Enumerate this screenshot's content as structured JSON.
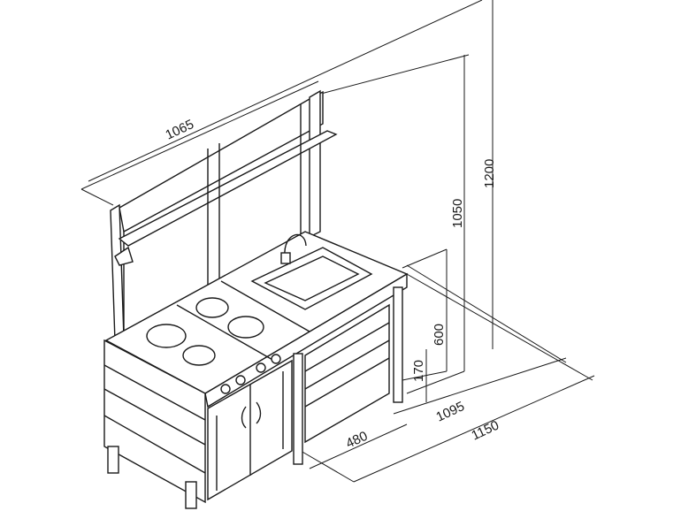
{
  "title": "Outdoor play kitchen dimension drawing",
  "dimensions": {
    "width_top": "1065",
    "height_total": "1200",
    "height_shelf": "1050",
    "height_counter": "600",
    "height_bottom_shelf": "170",
    "depth_counter_width": "1095",
    "overall_width": "1150",
    "depth": "480"
  }
}
